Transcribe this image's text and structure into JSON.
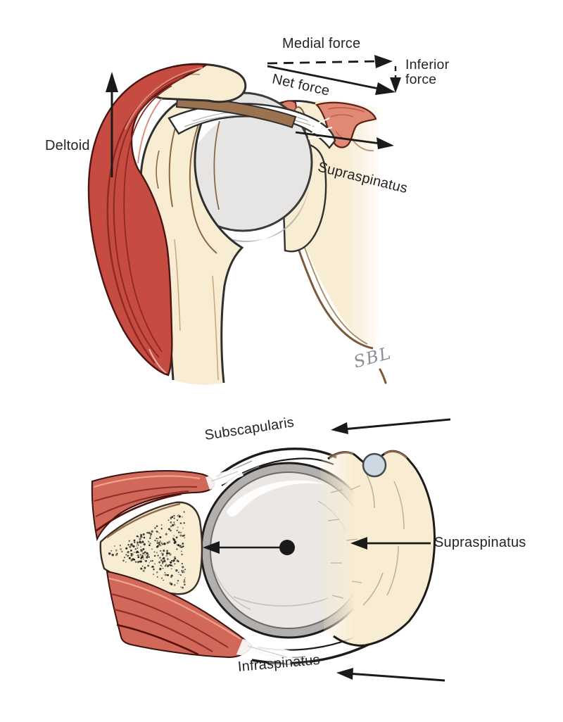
{
  "top_panel": {
    "labels": {
      "deltoid": "Deltoid",
      "medial_force": "Medial force",
      "net_force": "Net force",
      "inferior_force": "Inferior force",
      "supraspinatus": "Supraspinatus",
      "signature": "SBL"
    }
  },
  "bottom_panel": {
    "labels": {
      "subscapularis": "Subscapularis",
      "supraspinatus": "Supraspinatus",
      "infraspinatus": "Infraspinatus"
    }
  },
  "colors": {
    "background": "#ffffff",
    "outline": "#1e1b18",
    "bone_cream": "#f8ecd2",
    "bone_line_brown": "#8a6747",
    "acromion_brown": "#9b7351",
    "deltoid_red": "#c64b40",
    "muscle_stripe_dark": "#8e2a22",
    "rotator_pink": "#d2685a",
    "supraspinatus_pink": "#e08a76",
    "head_gray": "#e7e5e3",
    "cartilage_gray": "#b2b0ae",
    "biceps_tendon_blue": "#ccd9e2",
    "label_text": "#242424",
    "signature_gray": "#8d8d95",
    "arrow_black": "#1a1a1a"
  }
}
